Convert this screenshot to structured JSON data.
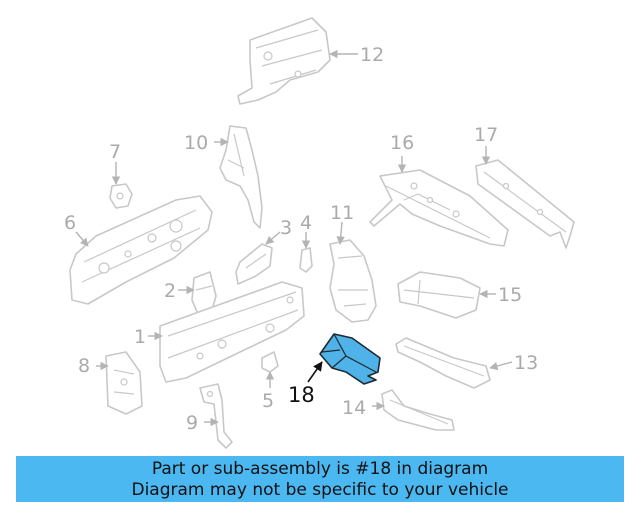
{
  "diagram": {
    "labels": [
      "12",
      "10",
      "7",
      "16",
      "17",
      "6",
      "3",
      "4",
      "11",
      "2",
      "15",
      "1",
      "8",
      "13",
      "18",
      "5",
      "14",
      "9"
    ],
    "highlighted_part": "18",
    "highlight_color": "#4fb3ea",
    "part_color": "#c8c8c8"
  },
  "banner": {
    "line1": "Part or sub-assembly is #18 in diagram",
    "line2": "Diagram may not be specific to your vehicle",
    "background": "#4bb8f2"
  }
}
